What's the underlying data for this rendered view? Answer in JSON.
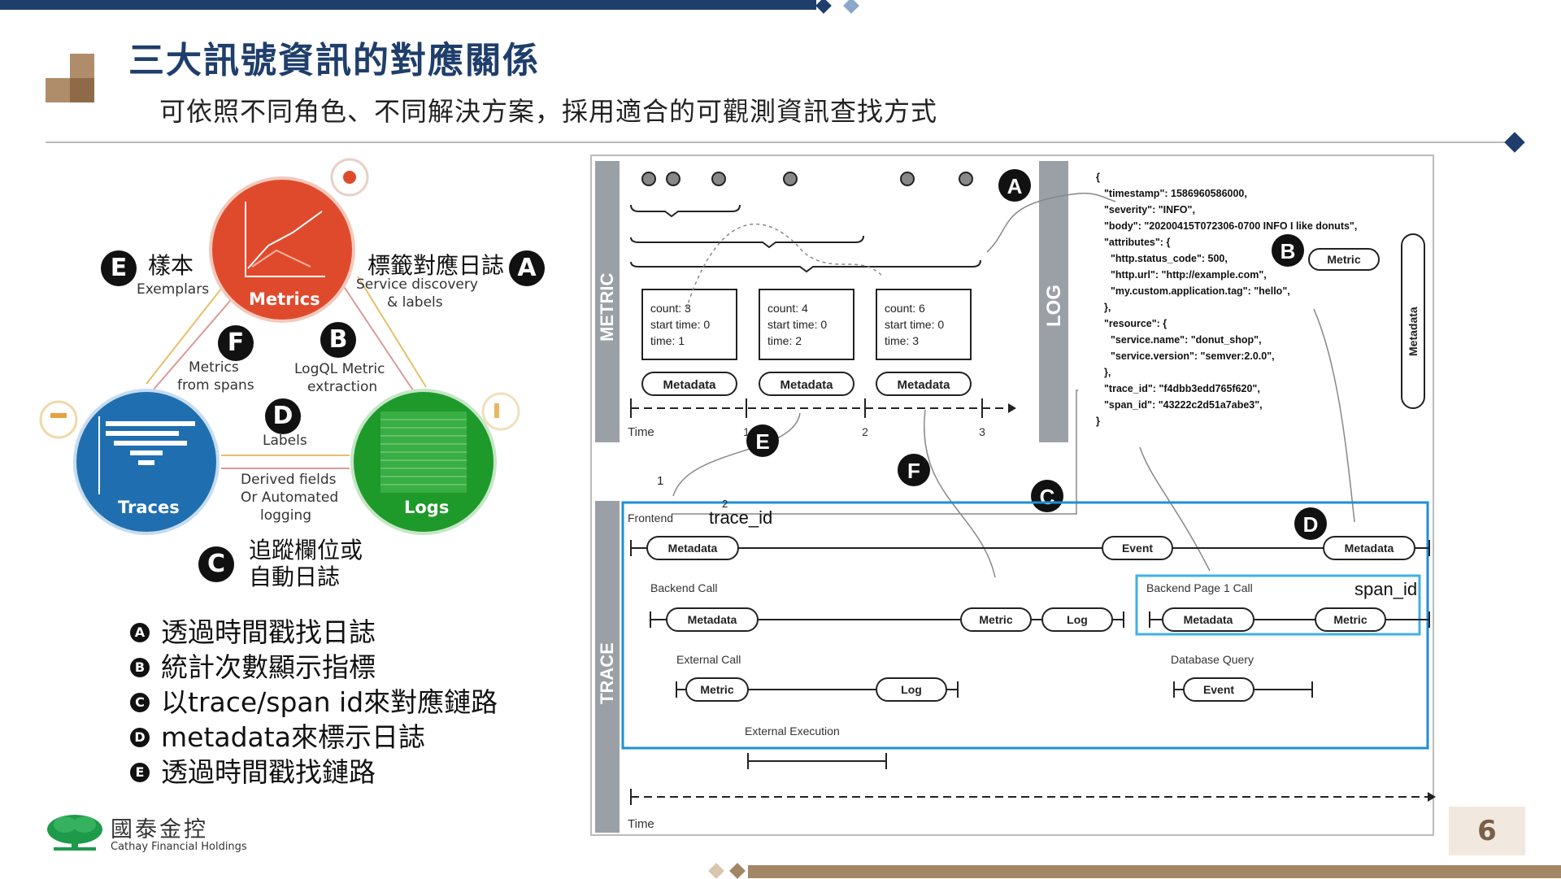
{
  "slide": {
    "title": "三大訊號資訊的對應關係",
    "subtitle": "可依照不同角色、不同解決方案，採用適合的可觀測資訊查找方式",
    "page_number": "6"
  },
  "colors": {
    "navy": "#1f3e6b",
    "metrics": "#e04a2c",
    "traces": "#1f6fb0",
    "logs": "#1e9a2b",
    "highlight": "#1e8fd6",
    "gold": "#a38665"
  },
  "triangle": {
    "metrics": "Metrics",
    "traces": "Traces",
    "logs": "Logs",
    "labels": {
      "exemplars": "Exemplars",
      "sample_cn": "樣本",
      "service_discovery": "Service discovery",
      "and_labels": "& labels",
      "tag_log_cn": "標籤對應日誌",
      "metrics_from": "Metrics",
      "from_spans": "from spans",
      "logql": "LogQL Metric",
      "extraction": "extraction",
      "labels": "Labels",
      "derived": "Derived fields",
      "automated": "Or Automated",
      "logging": "logging",
      "trace_field_cn_1": "追蹤欄位或",
      "trace_field_cn_2": "自動日誌"
    },
    "badges": {
      "a": "A",
      "b": "B",
      "c": "C",
      "d": "D",
      "e": "E",
      "f": "F"
    }
  },
  "legend": [
    {
      "badge": "A",
      "text": "透過時間戳找日誌"
    },
    {
      "badge": "B",
      "text": "統計次數顯示指標"
    },
    {
      "badge": "C",
      "text": "以trace/span id來對應鏈路"
    },
    {
      "badge": "D",
      "text": "metadata來標示日誌"
    },
    {
      "badge": "E",
      "text": "透過時間戳找鏈路"
    }
  ],
  "logo": {
    "cn": "國泰金控",
    "en": "Cathay Financial Holdings"
  },
  "diagram": {
    "metric_band": "METRIC",
    "log_band": "LOG",
    "trace_band": "TRACE",
    "count_boxes": [
      {
        "l1": "count: 3",
        "l2": "start  time: 0",
        "l3": "time: 1"
      },
      {
        "l1": "count: 4",
        "l2": "start  time: 0",
        "l3": "time: 2"
      },
      {
        "l1": "count: 6",
        "l2": "start  time: 0",
        "l3": "time: 3"
      }
    ],
    "metadata": "Metadata",
    "metric": "Metric",
    "log": "Log",
    "event": "Event",
    "time": "Time",
    "ticks": [
      "1",
      "2",
      "3"
    ],
    "marker_1": "1",
    "marker_2": "2",
    "frontend": "Frontend",
    "trace_id": "trace_id",
    "span_id": "span_id",
    "backend_call": "Backend Call",
    "backend_page": "Backend Page 1 Call",
    "external_call": "External Call",
    "db_query": "Database Query",
    "external_exec": "External Execution",
    "json_lines": [
      "{",
      "  \"timestamp\": 1586960586000,",
      "  \"severity\": \"INFO\",",
      "  \"body\": \"20200415T072306-0700 INFO I like donuts\",",
      "  \"attributes\": {",
      "    \"http.status_code\": 500,",
      "    \"http.url\": \"http://example.com\",",
      "    \"my.custom.application.tag\": \"hello\",",
      "  },",
      "  \"resource\": {",
      "    \"service.name\": \"donut_shop\",",
      "    \"service.version\": \"semver:2.0.0\",",
      "  },",
      "  \"trace_id\": \"f4dbb3edd765f620\",",
      "  \"span_id\": \"43222c2d51a7abe3\",",
      "}"
    ]
  }
}
